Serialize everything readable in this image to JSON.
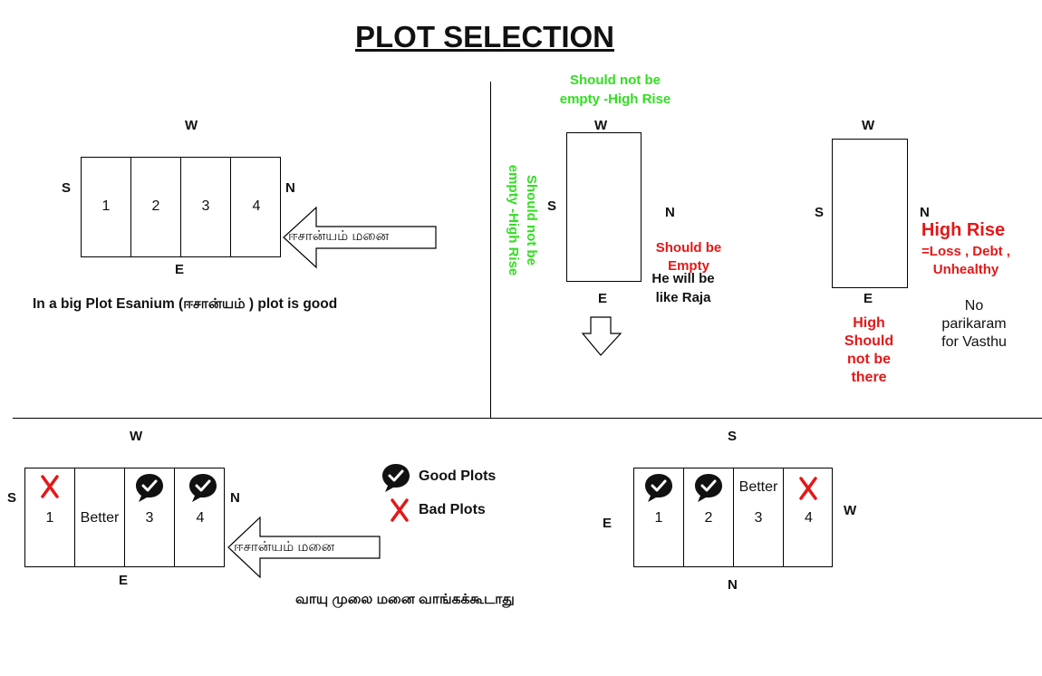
{
  "title": "PLOT SELECTION",
  "top_left": {
    "w": "W",
    "s": "S",
    "n": "N",
    "e": "E",
    "plots": [
      "1",
      "2",
      "3",
      "4"
    ],
    "arrow_label": "ஈசான்யம் மனை",
    "caption": "In a big Plot Esanium (ஈசான்யம் ) plot is good"
  },
  "top_mid": {
    "w": "W",
    "s": "S",
    "n": "N",
    "e": "E",
    "top_note": [
      "Should not be",
      "empty -High Rise"
    ],
    "side_note": [
      "Should not be",
      "empty -High Rise"
    ],
    "empty_note": [
      "Should be",
      "Empty"
    ],
    "raja_note": [
      "He will be",
      "like Raja"
    ]
  },
  "top_right": {
    "w": "W",
    "s": "S",
    "n": "N",
    "e": "E",
    "high_rise": "High Rise",
    "loss_note": [
      "=Loss , Debt  ,",
      "Unhealthy"
    ],
    "high_note": [
      "High",
      "Should",
      "not be",
      "there"
    ],
    "no_remedy": [
      "No",
      "parikaram",
      "for Vasthu"
    ]
  },
  "bottom_left": {
    "w": "W",
    "s": "S",
    "n": "N",
    "e": "E",
    "plots": [
      "1",
      "Better",
      "3",
      "4"
    ],
    "arrow_label": "ஈசான்யம் மனை",
    "caption": "வாயு  முலை மனை வாங்கக்கூடாது"
  },
  "legend": {
    "good": "Good Plots",
    "bad": "Bad Plots"
  },
  "bottom_right": {
    "s": "S",
    "e": "E",
    "w": "W",
    "n": "N",
    "plots": [
      "1",
      "2",
      "3",
      "4"
    ],
    "better": "Better"
  },
  "colors": {
    "green": "#33dd22",
    "red": "#e31818",
    "black": "#111111"
  },
  "icons": {
    "good": "speech-bubble-check-icon",
    "bad": "red-x-icon",
    "arrow": "block-arrow-icon"
  }
}
